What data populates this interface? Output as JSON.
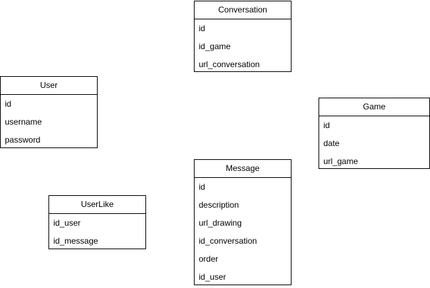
{
  "entities": [
    {
      "id": "conversation",
      "name": "Conversation",
      "fields": [
        "id",
        "id_game",
        "url_conversation"
      ]
    },
    {
      "id": "user",
      "name": "User",
      "fields": [
        "id",
        "username",
        "password"
      ]
    },
    {
      "id": "game",
      "name": "Game",
      "fields": [
        "id",
        "date",
        "url_game"
      ]
    },
    {
      "id": "message",
      "name": "Message",
      "fields": [
        "id",
        "description",
        "url_drawing",
        "id_conversation",
        "order",
        "id_user"
      ]
    },
    {
      "id": "userlike",
      "name": "UserLike",
      "fields": [
        "id_user",
        "id_message"
      ]
    }
  ]
}
